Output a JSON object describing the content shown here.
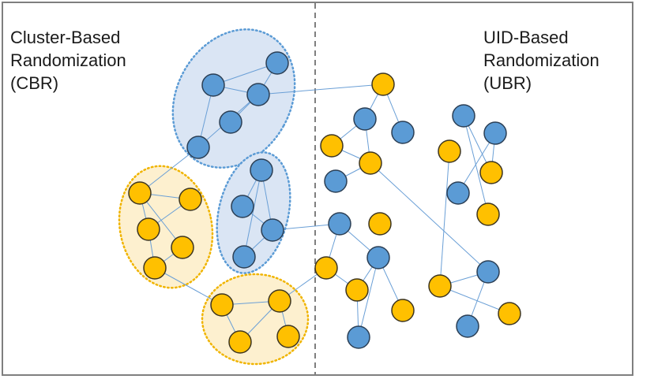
{
  "colors": {
    "blue_node": "#5b9bd5",
    "blue_stroke": "#2b3f55",
    "yellow_node": "#ffc000",
    "yellow_stroke": "#3d3520",
    "blue_cluster_fill": "#dae5f4",
    "blue_cluster_border": "#5b9bd5",
    "yellow_cluster_fill": "#fdf0cf",
    "yellow_cluster_border": "#f0b400",
    "edge": "#6a9fd6",
    "divider": "#7f7f7f",
    "frame": "#7f7f7f"
  },
  "labels": {
    "left": [
      "Cluster-Based",
      "Randomization",
      "(CBR)"
    ],
    "right": [
      "UID-Based",
      "Randomization",
      "(UBR)"
    ]
  }
}
